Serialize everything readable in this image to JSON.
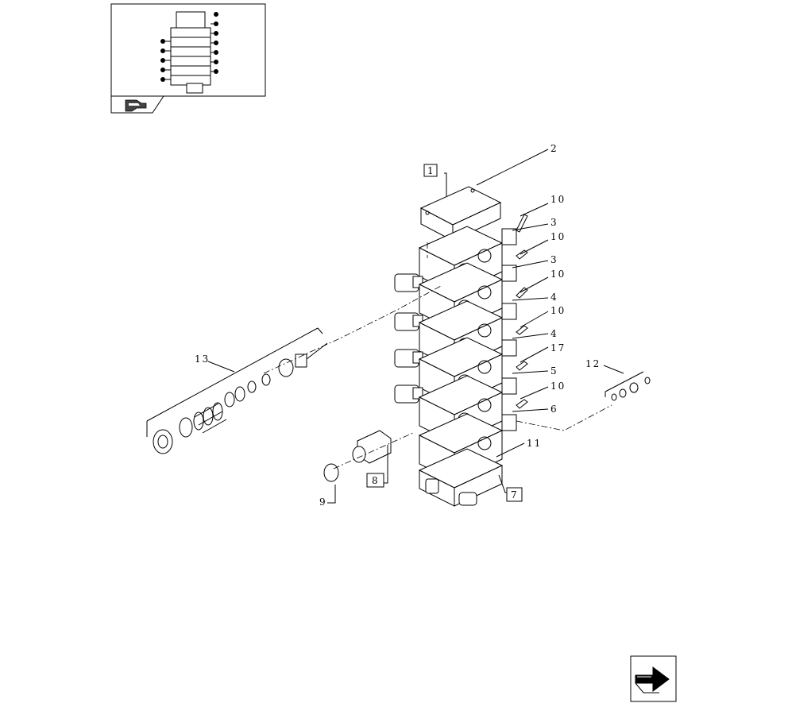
{
  "callouts": {
    "c1": "1",
    "c2": "2",
    "c3a": "3",
    "c3b": "3",
    "c4a": "4",
    "c4b": "4",
    "c5": "5",
    "c6": "6",
    "c7": "7",
    "c8": "8",
    "c9": "9",
    "c10a": "10",
    "c10b": "10",
    "c10c": "10",
    "c10d": "10",
    "c10e": "10",
    "c11": "11",
    "c12": "12",
    "c13": "13",
    "c17": "17"
  },
  "icons": {
    "thumbnail": "assembly-thumbnail",
    "nav": "page-turn-arrow-icon",
    "next": "next-page-arrow-icon"
  }
}
